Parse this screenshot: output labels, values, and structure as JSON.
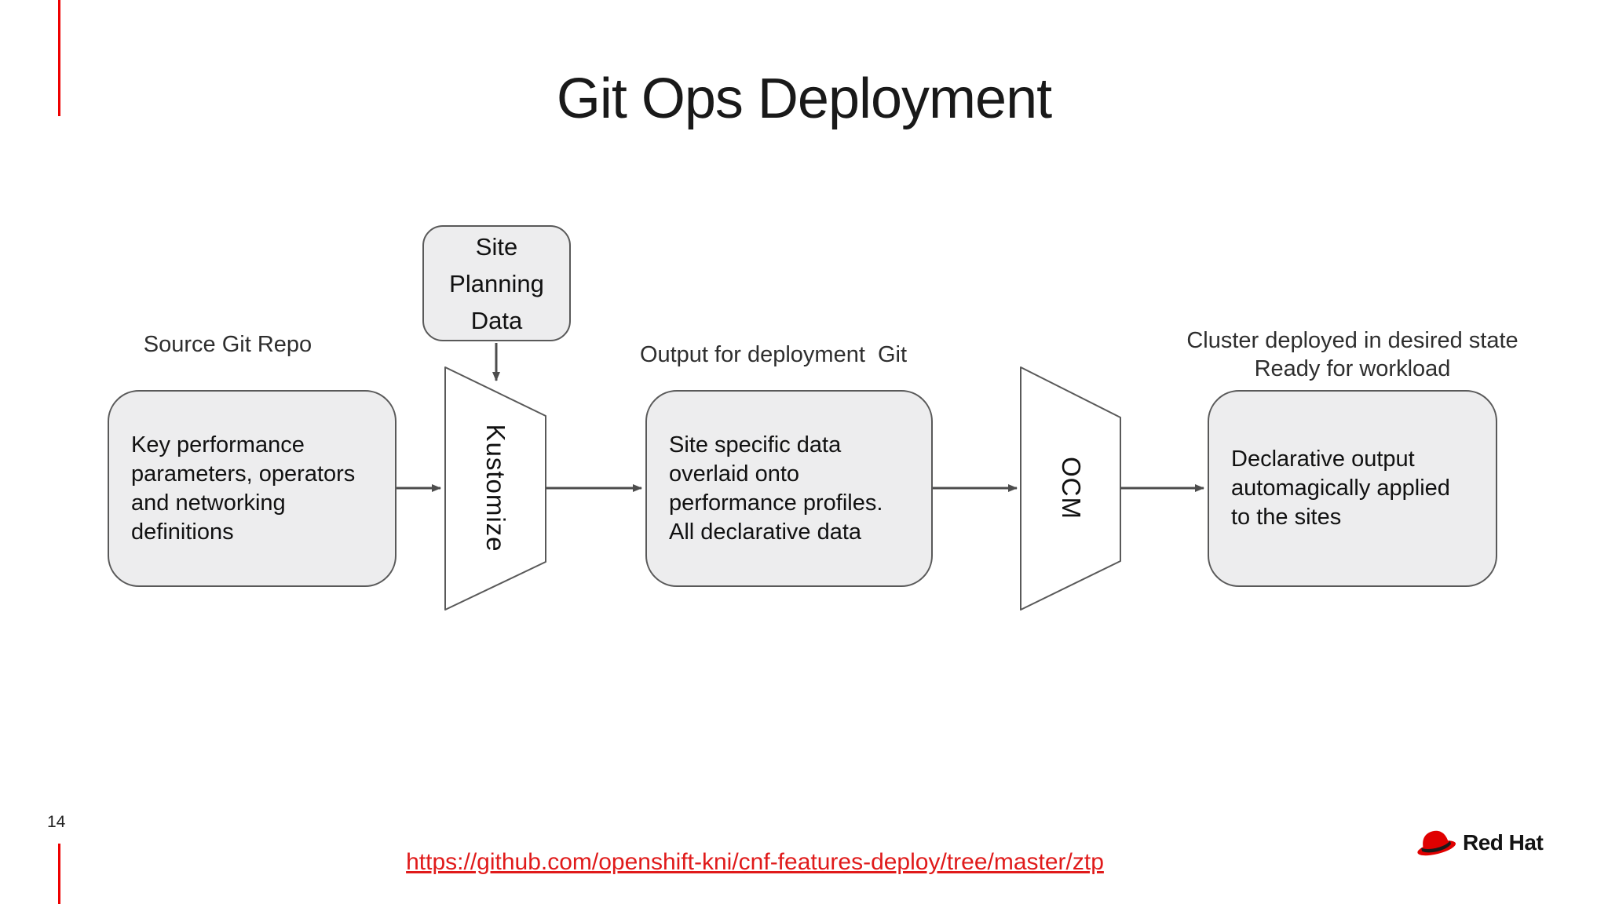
{
  "slide": {
    "title": "Git Ops Deployment",
    "page_number": "14",
    "footer_link_text": "https://github.com/openshift-kni/cnf-features-deploy/tree/master/ztp",
    "logo_text": "Red Hat"
  },
  "diagram": {
    "labels": {
      "source_repo": "Source Git Repo",
      "output": "Output for deployment  Git",
      "cluster": "Cluster deployed in desired state\nReady for workload"
    },
    "nodes": {
      "site_planning": "Site\nPlanning\nData",
      "source_box": "Key performance\nparameters, operators\nand networking\ndefinitions",
      "kustomize": "Kustomize",
      "deployment_box": "Site specific data\noverlaid onto\nperformance profiles.\nAll declarative data",
      "ocm": "OCM",
      "declarative_box": "Declarative output\nautomagically applied\nto the sites"
    },
    "colors": {
      "accent_red": "#ee0000",
      "link_red": "#e01a1a",
      "box_fill": "#ededee",
      "box_border": "#595959",
      "connector_gray": "#4d4d4d"
    }
  }
}
